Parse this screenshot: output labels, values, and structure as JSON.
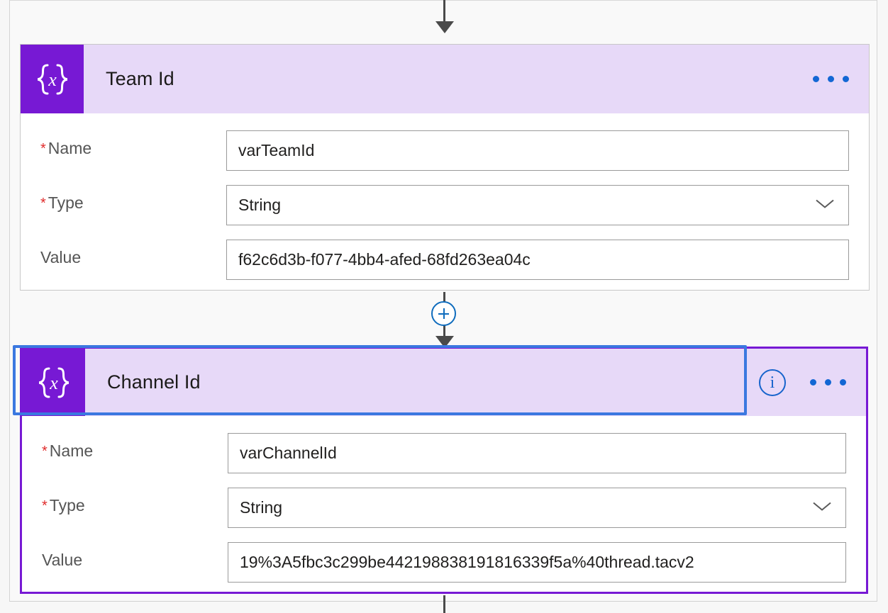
{
  "flow": {
    "connectors": {
      "add_step_label": "+",
      "add_step_name": "insert-new-step"
    },
    "cards": [
      {
        "id": "team-id",
        "title": "Team Id",
        "icon": "variable-braces-x-icon",
        "selected": false,
        "has_info_icon": false,
        "menu_label": "•••",
        "fields": [
          {
            "label": "Name",
            "required": true,
            "type": "text",
            "value": "varTeamId",
            "placeholder": ""
          },
          {
            "label": "Type",
            "required": true,
            "type": "select",
            "value": "String",
            "placeholder": ""
          },
          {
            "label": "Value",
            "required": false,
            "type": "text",
            "value": "f62c6d3b-f077-4bb4-afed-68fd263ea04c",
            "placeholder": ""
          }
        ]
      },
      {
        "id": "channel-id",
        "title": "Channel Id",
        "icon": "variable-braces-x-icon",
        "selected": true,
        "has_info_icon": true,
        "info_label": "i",
        "menu_label": "•••",
        "fields": [
          {
            "label": "Name",
            "required": true,
            "type": "text",
            "value": "varChannelId",
            "placeholder": ""
          },
          {
            "label": "Type",
            "required": true,
            "type": "select",
            "value": "String",
            "placeholder": ""
          },
          {
            "label": "Value",
            "required": false,
            "type": "text",
            "value": "19%3A5fbc3c299be442198838191816339f5a%40thread.tacv2",
            "placeholder": ""
          }
        ]
      }
    ]
  },
  "colors": {
    "icon_tile_purple": "#7719d4",
    "header_lavender": "#e7d9f8",
    "selection_purple": "#7719d4",
    "focus_blue": "#3b78e0",
    "accent_blue": "#1367d4",
    "required_red": "#e02b2b",
    "connector_gray": "#4a4a4a"
  }
}
